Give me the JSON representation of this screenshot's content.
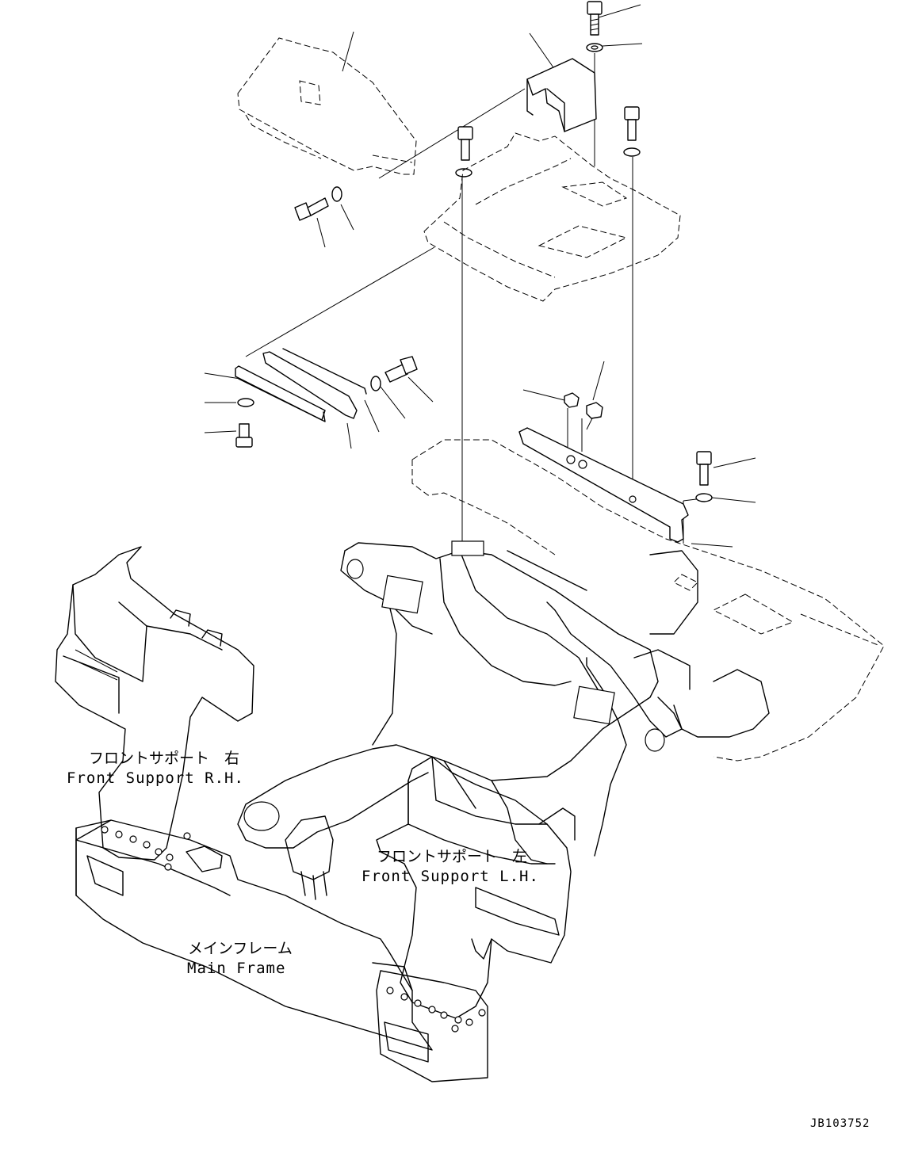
{
  "labels": {
    "front_support_rh_jp": "フロントサポート　右",
    "front_support_rh_en": "Front Support R.H.",
    "front_support_lh_jp": "フロントサポート　左",
    "front_support_lh_en": "Front Support L.H.",
    "main_frame_jp": "メインフレーム",
    "main_frame_en": "Main Frame"
  },
  "drawing_code": "JB103752"
}
